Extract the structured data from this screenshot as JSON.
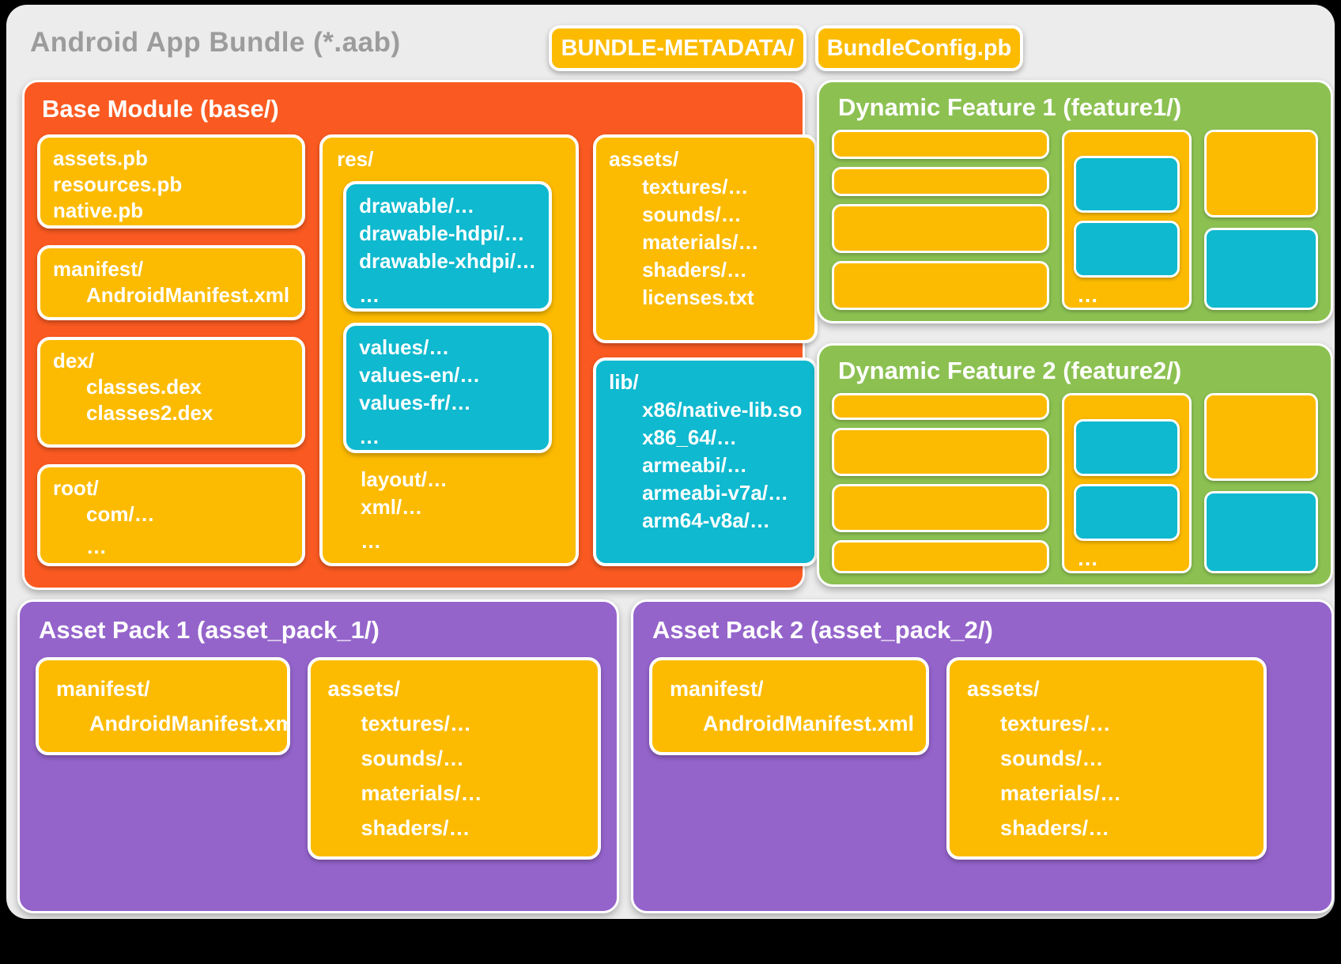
{
  "title": "Android App Bundle (*.aab)",
  "buttons": {
    "metadata": "BUNDLE-METADATA/",
    "config": "BundleConfig.pb"
  },
  "colors": {
    "orange": "#FA5A21",
    "yellow": "#FCBB00",
    "cyan": "#0FB9CF",
    "green": "#8CC152",
    "purple": "#9464CB",
    "card_bg": "#ECECEC",
    "title_gray": "#9C9C9C"
  },
  "base": {
    "title": "Base Module (base/)",
    "pb_box": [
      "assets.pb",
      "resources.pb",
      "native.pb"
    ],
    "manifest_box": {
      "l1": "manifest/",
      "l2": "AndroidManifest.xml"
    },
    "dex_box": {
      "l1": "dex/",
      "l2": "classes.dex",
      "l3": "classes2.dex",
      "l4": "…"
    },
    "root_box": {
      "l1": "root/",
      "l2": "com/…",
      "l3": "…"
    },
    "res_box": {
      "l1": "res/",
      "drawable": [
        "drawable/…",
        "drawable-hdpi/…",
        "drawable-xhdpi/…",
        "…"
      ],
      "values": [
        "values/…",
        "values-en/…",
        "values-fr/…",
        "…"
      ],
      "tail": [
        "layout/…",
        "xml/…",
        "…"
      ]
    },
    "assets_box": {
      "l1": "assets/",
      "items": [
        "textures/…",
        "sounds/…",
        "materials/…",
        "shaders/…",
        "licenses.txt"
      ]
    },
    "lib_box": {
      "l1": "lib/",
      "items": [
        "x86/native-lib.so",
        "x86_64/…",
        "armeabi/…",
        "armeabi-v7a/…",
        "arm64-v8a/…"
      ]
    }
  },
  "feature1": {
    "title": "Dynamic Feature 1 (feature1/)",
    "ellipsis": "…"
  },
  "feature2": {
    "title": "Dynamic Feature 2 (feature2/)",
    "ellipsis": "…"
  },
  "asset_pack_1": {
    "title": "Asset Pack 1 (asset_pack_1/)",
    "manifest_box": {
      "l1": "manifest/",
      "l2": "AndroidManifest.xml"
    },
    "assets_box": {
      "l1": "assets/",
      "items": [
        "textures/…",
        "sounds/…",
        "materials/…",
        "shaders/…"
      ]
    }
  },
  "asset_pack_2": {
    "title": "Asset Pack 2 (asset_pack_2/)",
    "manifest_box": {
      "l1": "manifest/",
      "l2": "AndroidManifest.xml"
    },
    "assets_box": {
      "l1": "assets/",
      "items": [
        "textures/…",
        "sounds/…",
        "materials/…",
        "shaders/…"
      ]
    }
  }
}
